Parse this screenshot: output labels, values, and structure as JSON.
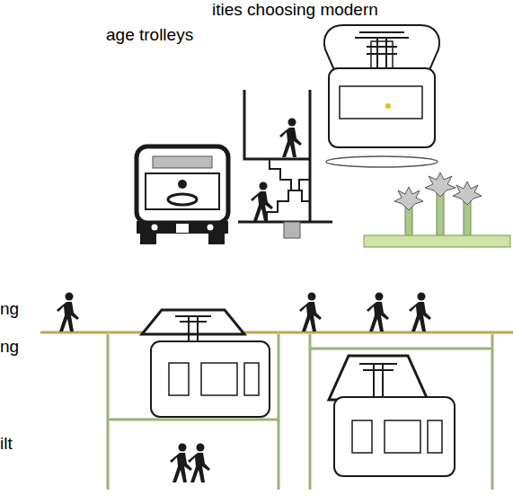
{
  "diagram": {
    "labels": [
      "ities choosing modern",
      "age trolleys",
      "ng",
      "ng",
      "ilt"
    ]
  }
}
